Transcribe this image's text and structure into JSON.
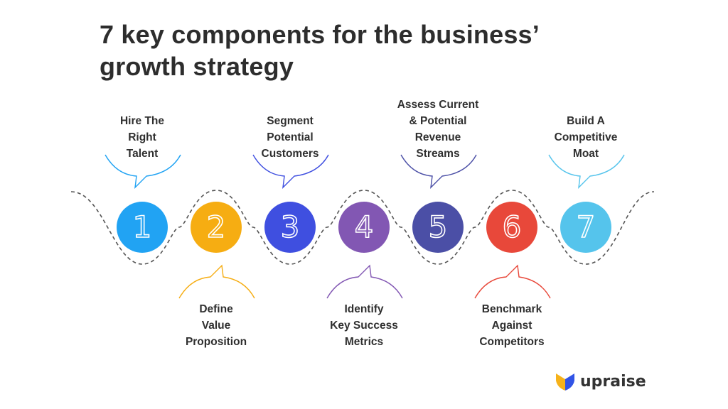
{
  "title": {
    "line1": "7 key components for the business’",
    "line2": "growth strategy"
  },
  "steps": [
    {
      "number": "1",
      "color": "#21a3f3",
      "lines": [
        "Hire The",
        "Right",
        "Talent"
      ]
    },
    {
      "number": "2",
      "color": "#f6ad12",
      "lines": [
        "Define",
        "Value",
        "Proposition"
      ]
    },
    {
      "number": "3",
      "color": "#3f4fe0",
      "lines": [
        "Segment",
        "Potential",
        "Customers"
      ]
    },
    {
      "number": "4",
      "color": "#8257b3",
      "lines": [
        "Identify",
        "Key Success",
        "Metrics"
      ]
    },
    {
      "number": "5",
      "color": "#4b4fa6",
      "lines": [
        "Assess Current",
        "& Potential",
        "Revenue",
        "Streams"
      ]
    },
    {
      "number": "6",
      "color": "#e8483a",
      "lines": [
        "Benchmark",
        "Against",
        "Competitors"
      ]
    },
    {
      "number": "7",
      "color": "#55c4ec",
      "lines": [
        "Build A",
        "Competitive",
        "Moat"
      ]
    }
  ],
  "logo": {
    "text": "upraise",
    "icon": "upraise-logo-icon",
    "colors": [
      "#f6b21a",
      "#3154e6"
    ]
  },
  "connector_color": "#555555"
}
